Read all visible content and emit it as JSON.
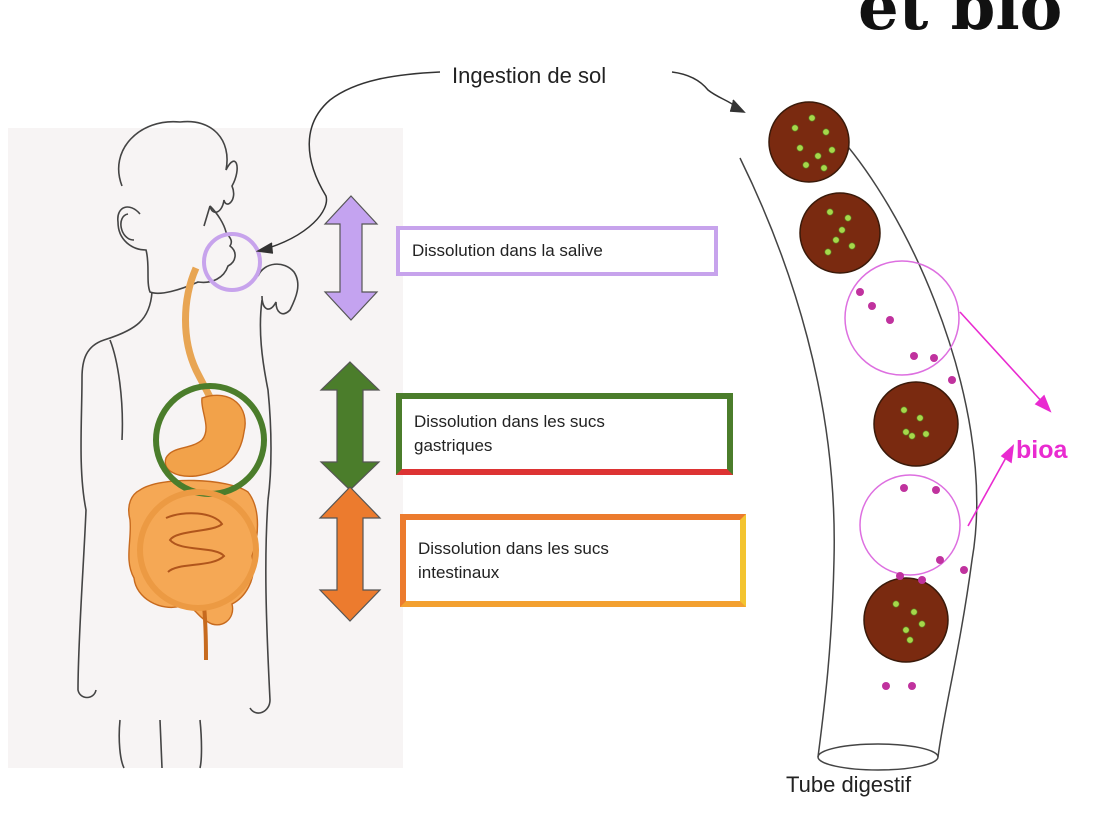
{
  "title_fragment": "et bio",
  "ingestion_label": "Ingestion de sol",
  "stages": [
    {
      "line1": "Dissolution dans la salive",
      "line2": "",
      "color": "#c7a3ec"
    },
    {
      "line1": "Dissolution dans les sucs",
      "line2": "gastriques",
      "color": "#4b7d2b"
    },
    {
      "line1": "Dissolution dans les sucs",
      "line2": "intestinaux",
      "color": "#ec7b2e"
    }
  ],
  "tube_label": "Tube digestif",
  "bio_label": "bioa",
  "colors": {
    "soil_particle": "#7a2a10",
    "green_grain": "#a6d84a",
    "dissolved_dot": "#c0329e",
    "pink_arrow": "#e92bd0",
    "stomach": "#f2a24a"
  }
}
